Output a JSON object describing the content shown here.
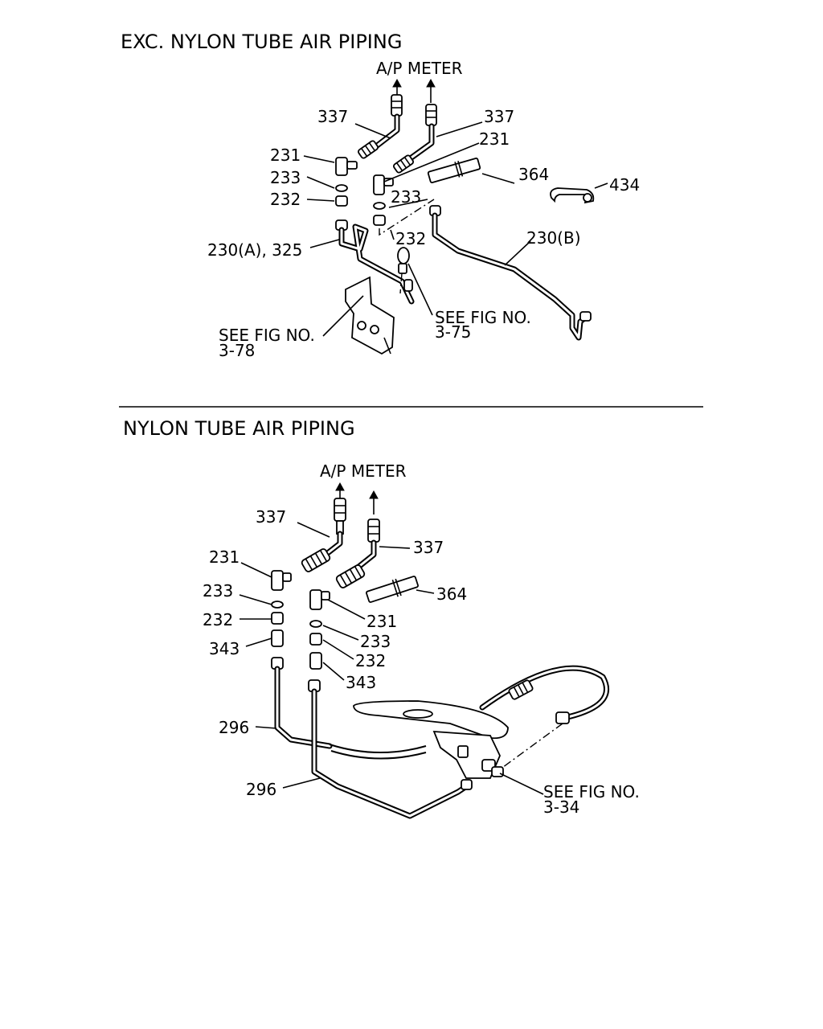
{
  "top_section": {
    "title": "EXC. NYLON TUBE AIR PIPING",
    "meter_label": "A/P METER",
    "labels": {
      "hose_left": "337",
      "hose_right": "337",
      "union_left": "231",
      "union_right": "231",
      "washer_left": "233",
      "washer_right": "233",
      "gasket_left": "232",
      "gasket_right": "232",
      "pipe_a": "230(A), 325",
      "pipe_b": "230(B)",
      "protector": "364",
      "clip": "434",
      "ref_left": [
        "SEE FIG NO.",
        "3-78"
      ],
      "ref_right": [
        "SEE FIG NO.",
        "3-75"
      ]
    }
  },
  "bottom_section": {
    "title": "NYLON TUBE AIR PIPING",
    "meter_label": "A/P METER",
    "labels": {
      "hose_left": "337",
      "hose_right": "337",
      "union_left": "231",
      "union_right": "231",
      "washer_left": "233",
      "washer_right": "233",
      "gasket_left": "232",
      "gasket_right": "232",
      "connector_left": "343",
      "connector_right": "343",
      "protector": "364",
      "tube_upper": "296",
      "tube_lower": "296",
      "ref": [
        "SEE FIG NO.",
        "3-34"
      ]
    }
  }
}
